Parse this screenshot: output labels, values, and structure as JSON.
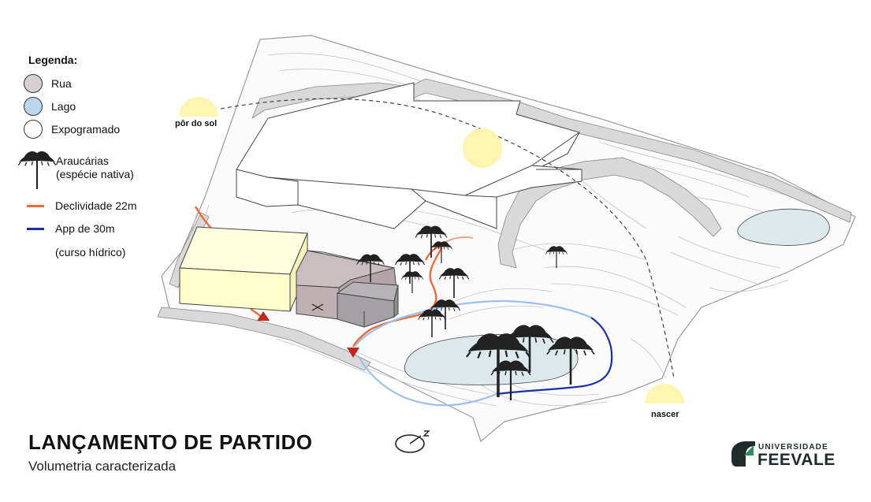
{
  "legend": {
    "title": "Legenda:",
    "items": [
      {
        "label": "Rua",
        "color": "#d6d0d3"
      },
      {
        "label": "Lago",
        "color": "#b9d6ee"
      },
      {
        "label": "Expogramado",
        "color": "#ffffff"
      },
      {
        "label": "Araucárias",
        "label2": "(espécie nativa)",
        "icon": "araucaria-tree-icon"
      },
      {
        "label": "Declividade 22m",
        "color": "#ee6a3a"
      },
      {
        "label": "App de 30m",
        "label2": "(curso hídrico)",
        "color": "#1d2fa8"
      }
    ]
  },
  "sun": {
    "sunset_label": "pôr do sol",
    "sunrise_label": "nascer",
    "color": "#fdf5b0"
  },
  "title": "LANÇAMENTO DE PARTIDO",
  "subtitle": "Volumetria caracterizada",
  "brand": {
    "top": "UNIVERSIDADE",
    "name": "FEEVALE",
    "color": "#1f2a2a"
  },
  "colors": {
    "street": "#d9d9d9",
    "lake": "#dde8ec",
    "volume_yellow": "#ffffcc",
    "volume_mauve": "#bfb1b3",
    "volume_gray": "#a3a1a3",
    "slope_line": "#ee6a3a",
    "app_line_light": "#9ec0ea",
    "app_line_dark": "#1d2fa8",
    "arrow": "#c1291e",
    "tree": "#222222"
  }
}
